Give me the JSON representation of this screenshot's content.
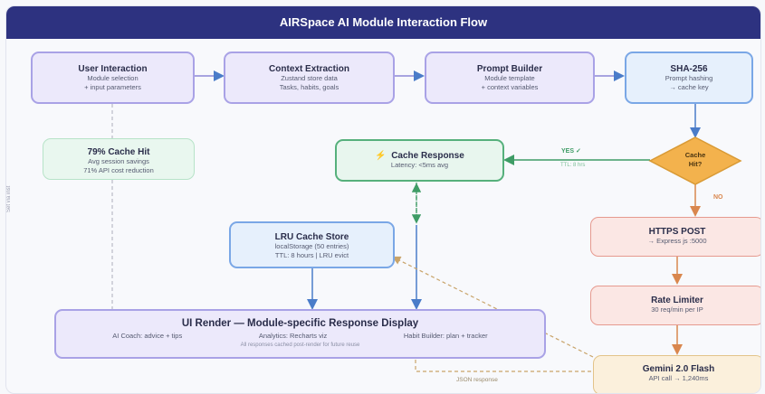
{
  "title": "AIRSpace AI Module Interaction Flow",
  "nodes": {
    "user_interaction": {
      "title": "User Interaction",
      "line1": "Module selection",
      "line2": "+ input parameters"
    },
    "context_extraction": {
      "title": "Context Extraction",
      "line1": "Zustand store data",
      "line2": "Tasks, habits, goals"
    },
    "prompt_builder": {
      "title": "Prompt Builder",
      "line1": "Module template",
      "line2": "+ context variables"
    },
    "sha256": {
      "title": "SHA-256",
      "line1": "Prompt hashing",
      "line2": "→ cache key"
    },
    "cache_hit": {
      "title": "79% Cache Hit",
      "line1": "Avg session savings",
      "line2": "71% API cost reduction"
    },
    "cache_response": {
      "icon": "⚡",
      "title": "Cache Response",
      "line1": "Latency: <5ms avg"
    },
    "cache_decision": {
      "title": "Cache",
      "line2": "Hit?"
    },
    "lru_store": {
      "title": "LRU Cache Store",
      "line1": "localStorage (50 entries)",
      "line2": "TTL: 8 hours | LRU evict"
    },
    "https_post": {
      "title": "HTTPS POST",
      "line1": "→ Express js :5000"
    },
    "rate_limiter": {
      "title": "Rate Limiter",
      "line1": "30 req/min per IP"
    },
    "ui_render": {
      "title": "UI Render — Module-specific Response Display",
      "col1": "AI Coach: advice + tips",
      "col2": "Analytics: Recharts viz",
      "col3": "Habit Builder: plan + tracker",
      "footer": "All responses cached post-render for future reuse"
    },
    "gemini": {
      "title": "Gemini 2.0 Flash",
      "line1": "API call → 1,240ms"
    }
  },
  "edge_labels": {
    "yes": "YES ✓",
    "yes_sub": "TTL: 8 hrs",
    "no": "NO",
    "json": "JSON response",
    "side": "Set via inst"
  },
  "colors": {
    "header": "#2d3280",
    "arrow_blue": "#4a7cc9",
    "arrow_green": "#3f9c66",
    "arrow_orange": "#d9874e",
    "dashed_gray": "#b8bac6",
    "dashed_tan": "#c9a46a",
    "diamond": "#f3b24d"
  }
}
